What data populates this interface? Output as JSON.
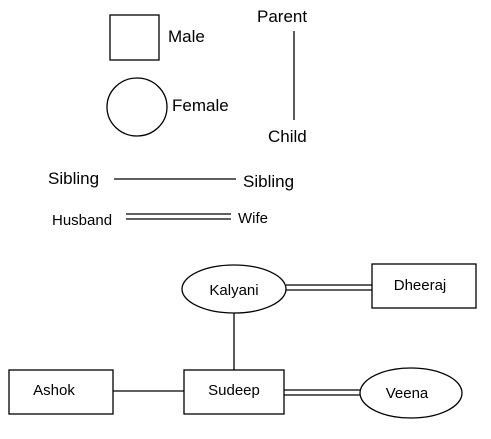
{
  "legend": {
    "male": "Male",
    "female": "Female",
    "parent": "Parent",
    "child": "Child",
    "sibling_left": "Sibling",
    "sibling_right": "Sibling",
    "husband": "Husband",
    "wife": "Wife"
  },
  "family": {
    "kalyani": "Kalyani",
    "dheeraj": "Dheeraj",
    "sudeep": "Sudeep",
    "ashok": "Ashok",
    "veena": "Veena"
  }
}
